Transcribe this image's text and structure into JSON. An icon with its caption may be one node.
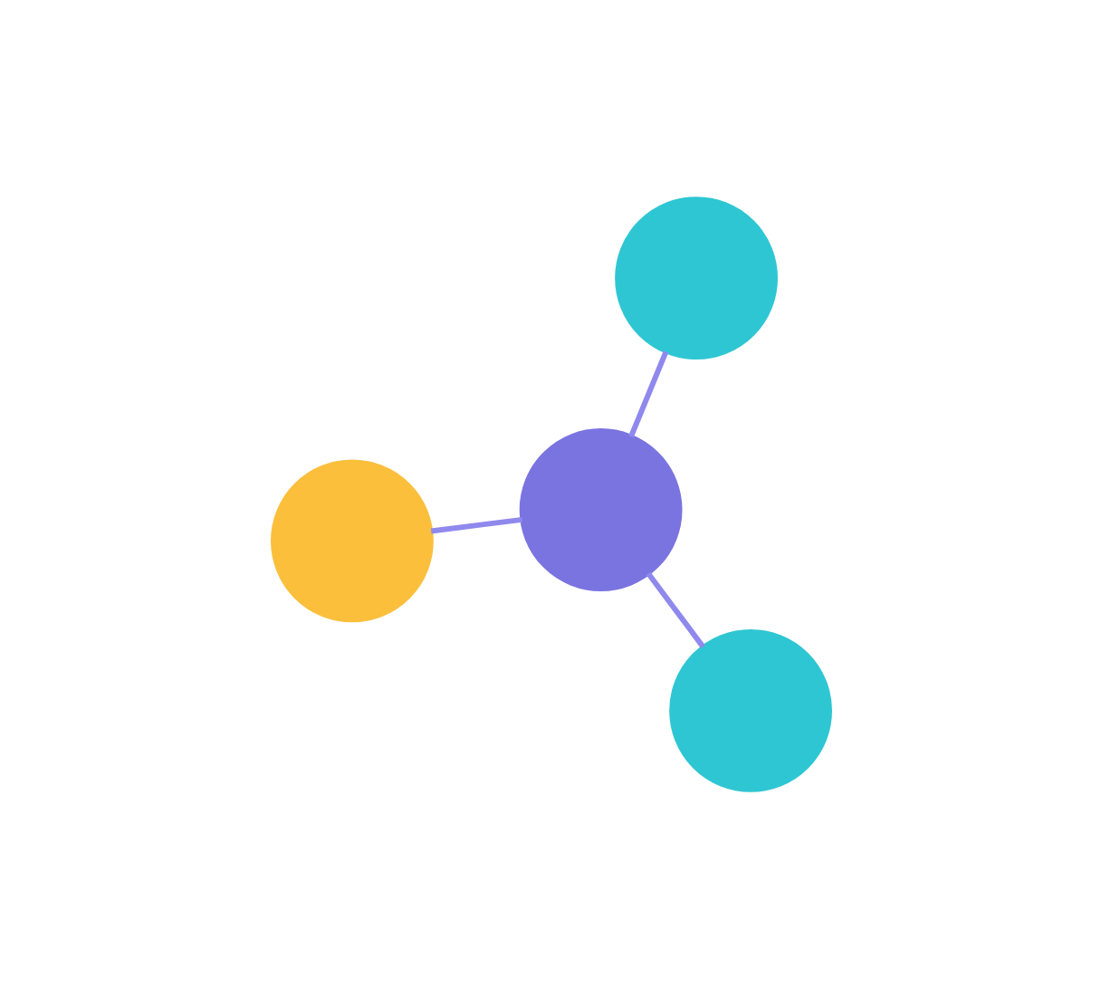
{
  "diagram": {
    "nodes": [
      {
        "text": [],
        "shape": "circle"
      },
      {
        "text": [],
        "shape": "circle"
      },
      {
        "text": [],
        "shape": "circle"
      },
      {
        "text": [],
        "shape": "circle"
      }
    ],
    "edges": [
      {
        "from": 1,
        "to": 0,
        "arrow": "none"
      },
      {
        "from": 1,
        "to": 2,
        "arrow": "none"
      },
      {
        "from": 1,
        "to": 3,
        "arrow": "none"
      }
    ]
  }
}
